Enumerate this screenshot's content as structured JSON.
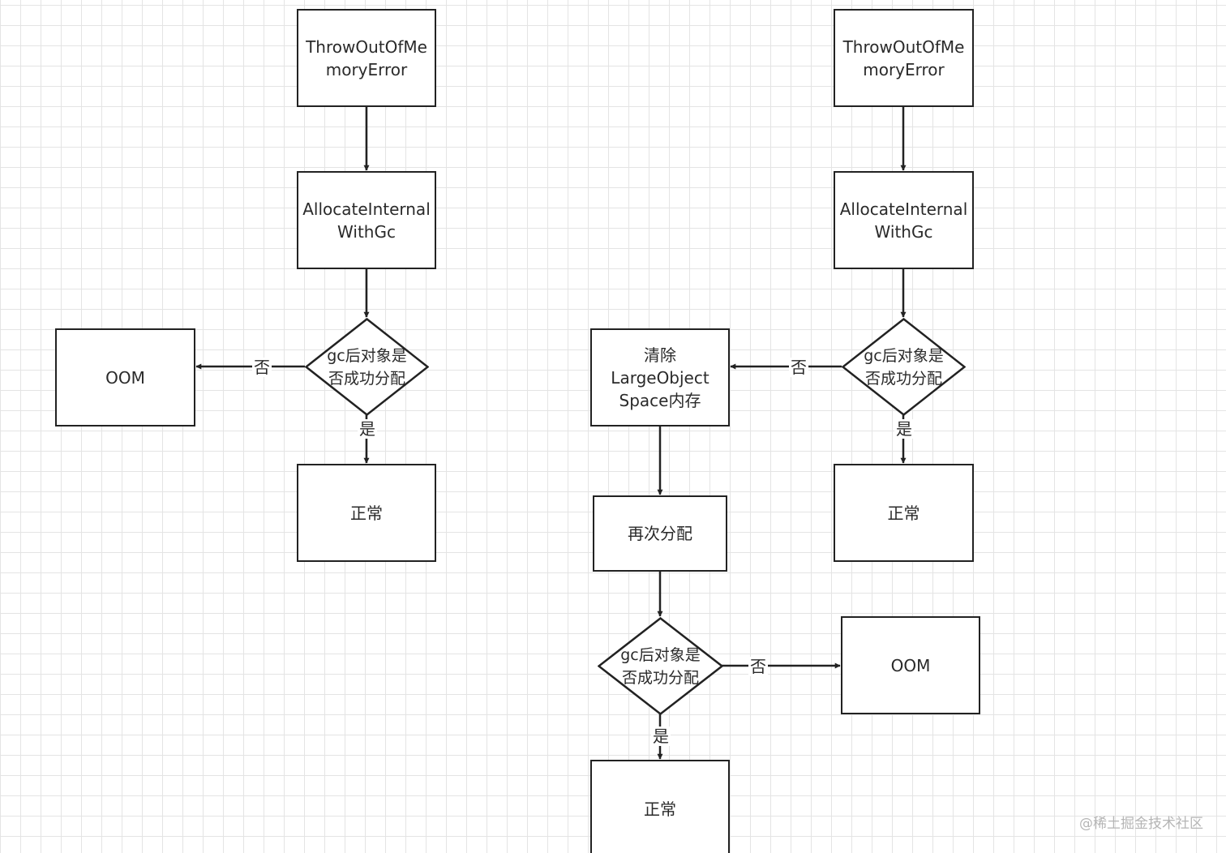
{
  "diagram_left": {
    "throw_box": "ThrowOutOfMemoryError",
    "allocate_box": "AllocateInternalWithGc",
    "decision": "gc后对象是\n否成功分配",
    "no_label": "否",
    "oom_box": "OOM",
    "yes_label": "是",
    "normal_box": "正常"
  },
  "diagram_right": {
    "throw_box": "ThrowOutOfMemoryError",
    "allocate_box": "AllocateInternalWithGc",
    "decision": "gc后对象是\n否成功分配",
    "no_label": "否",
    "clear_box": "清除\nLargeObject\nSpace内存",
    "yes_label": "是",
    "normal_box": "正常",
    "reallocate_box": "再次分配",
    "decision2": "gc后对象是\n否成功分配",
    "no_label2": "否",
    "oom_box": "OOM",
    "yes_label2": "是",
    "normal_box2": "正常"
  },
  "watermark": "@稀土掘金技术社区",
  "colors": {
    "stroke": "#222222",
    "grid": "#e4e4e4",
    "text": "#2a2a2a"
  }
}
